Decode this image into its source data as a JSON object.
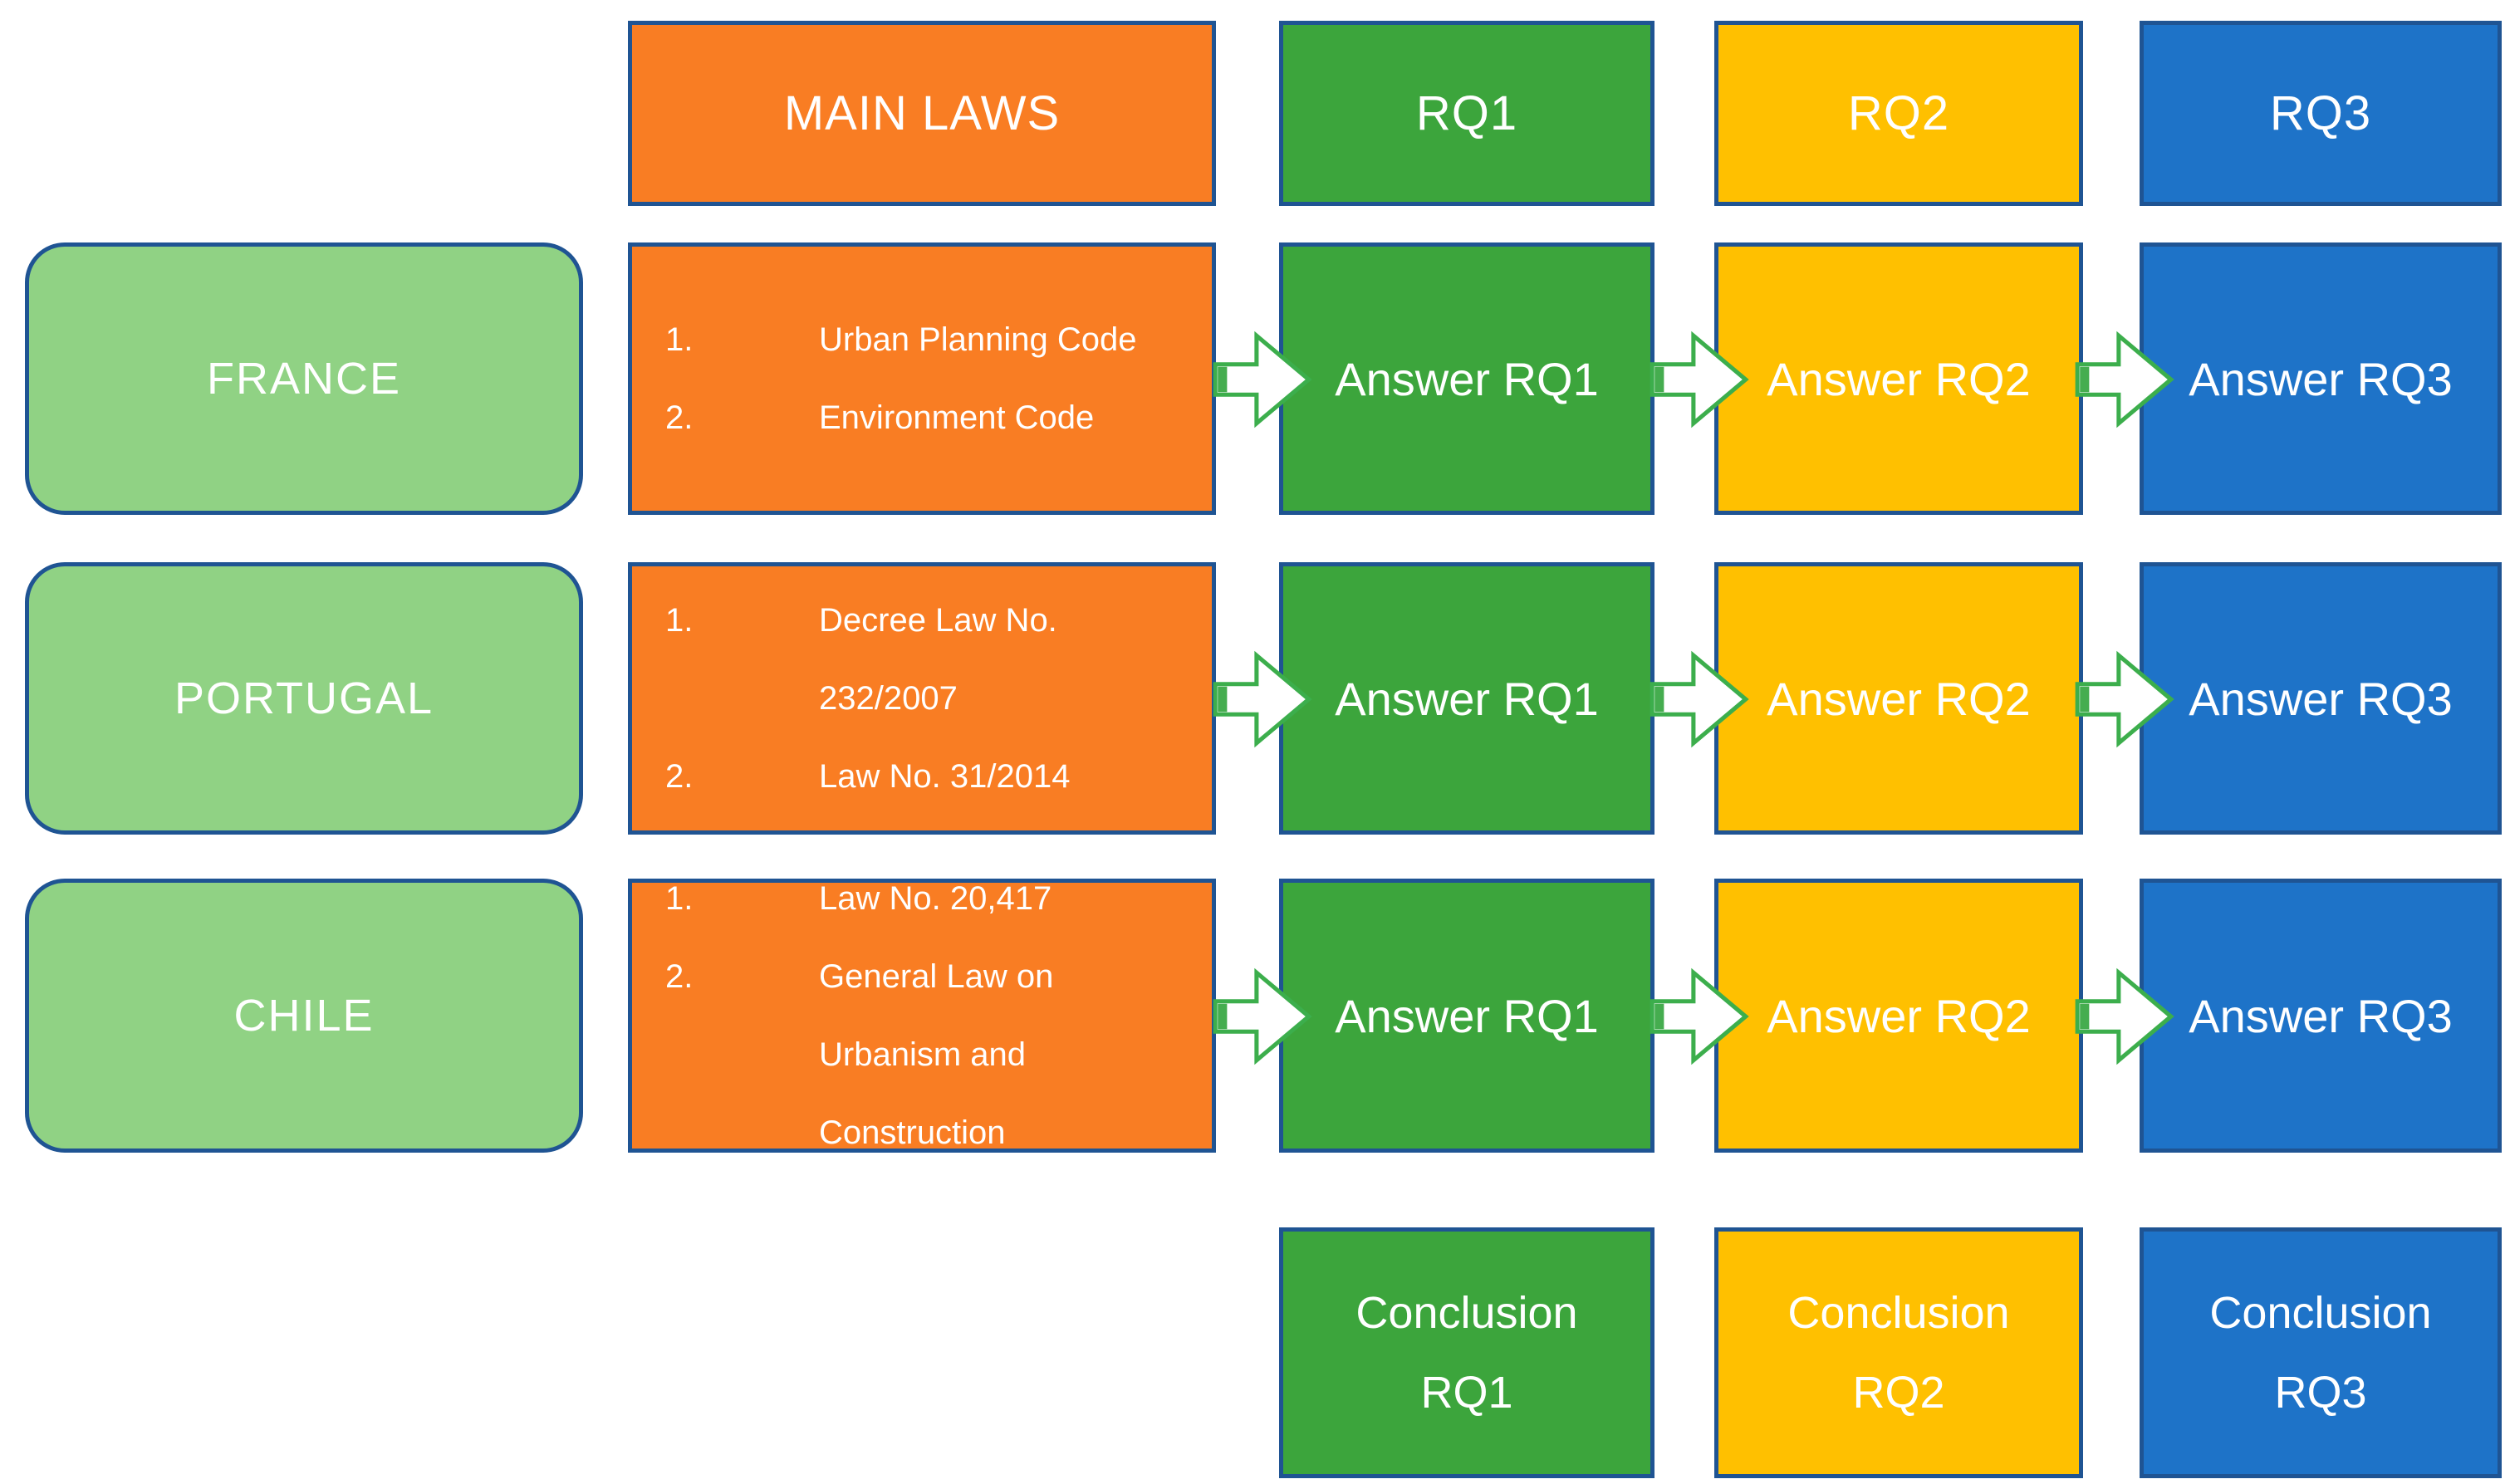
{
  "header": {
    "main_laws": "MAIN LAWS",
    "rq1": "RQ1",
    "rq2": "RQ2",
    "rq3": "RQ3"
  },
  "rows": [
    {
      "country": "FRANCE",
      "laws": [
        {
          "num": "1.",
          "text": "Urban Planning Code"
        },
        {
          "num": "2.",
          "text": "Environment Code"
        }
      ],
      "answers": {
        "rq1": "Answer RQ1",
        "rq2": "Answer RQ2",
        "rq3": "Answer RQ3"
      }
    },
    {
      "country": "PORTUGAL",
      "laws": [
        {
          "num": "1.",
          "text": "Decree Law No. 232/2007"
        },
        {
          "num": "2.",
          "text": "Law No. 31/2014"
        }
      ],
      "answers": {
        "rq1": "Answer RQ1",
        "rq2": "Answer RQ2",
        "rq3": "Answer RQ3"
      }
    },
    {
      "country": "CHILE",
      "laws": [
        {
          "num": "1.",
          "text": "Law No. 20,417"
        },
        {
          "num": "2.",
          "text": "General Law on Urbanism and Construction"
        }
      ],
      "answers": {
        "rq1": "Answer RQ1",
        "rq2": "Answer RQ2",
        "rq3": "Answer RQ3"
      }
    }
  ],
  "conclusions": [
    {
      "line1": "Conclusion",
      "line2": "RQ1"
    },
    {
      "line1": "Conclusion",
      "line2": "RQ2"
    },
    {
      "line1": "Conclusion",
      "line2": "RQ3"
    }
  ],
  "colors": {
    "orange": "#f97d23",
    "green": "#3ca53c",
    "yellow": "#ffc000",
    "blue": "#1e73c8",
    "light_green": "#90d284",
    "border_blue": "#1f5493",
    "arrow_green": "#3cae4c",
    "text": "#ffffff",
    "background": "#ffffff"
  }
}
